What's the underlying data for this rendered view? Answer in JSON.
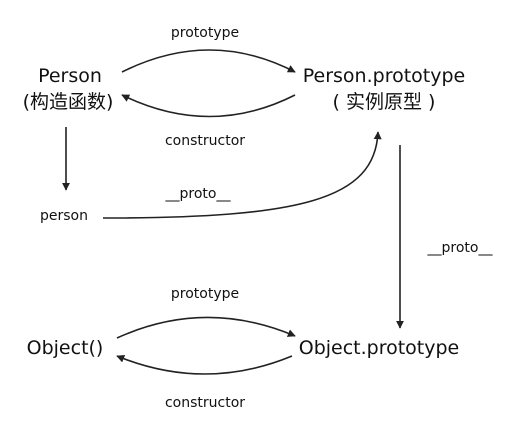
{
  "nodes": {
    "person_constructor": {
      "name": "Person",
      "subtitle": "(构造函数)"
    },
    "person_prototype": {
      "name": "Person.prototype",
      "subtitle": "( 实例原型 )"
    },
    "person_instance": {
      "name": "person"
    },
    "object_constructor": {
      "name": "Object()"
    },
    "object_prototype": {
      "name": "Object.prototype"
    }
  },
  "edges": {
    "person_prototype_label": "prototype",
    "person_constructor_label": "constructor",
    "person_proto_label": "__proto__",
    "person_prototype_proto_label": "__proto__",
    "object_prototype_label": "prototype",
    "object_constructor_label": "constructor"
  },
  "colors": {
    "line": "#222222",
    "text": "#111111",
    "background": "#ffffff"
  }
}
